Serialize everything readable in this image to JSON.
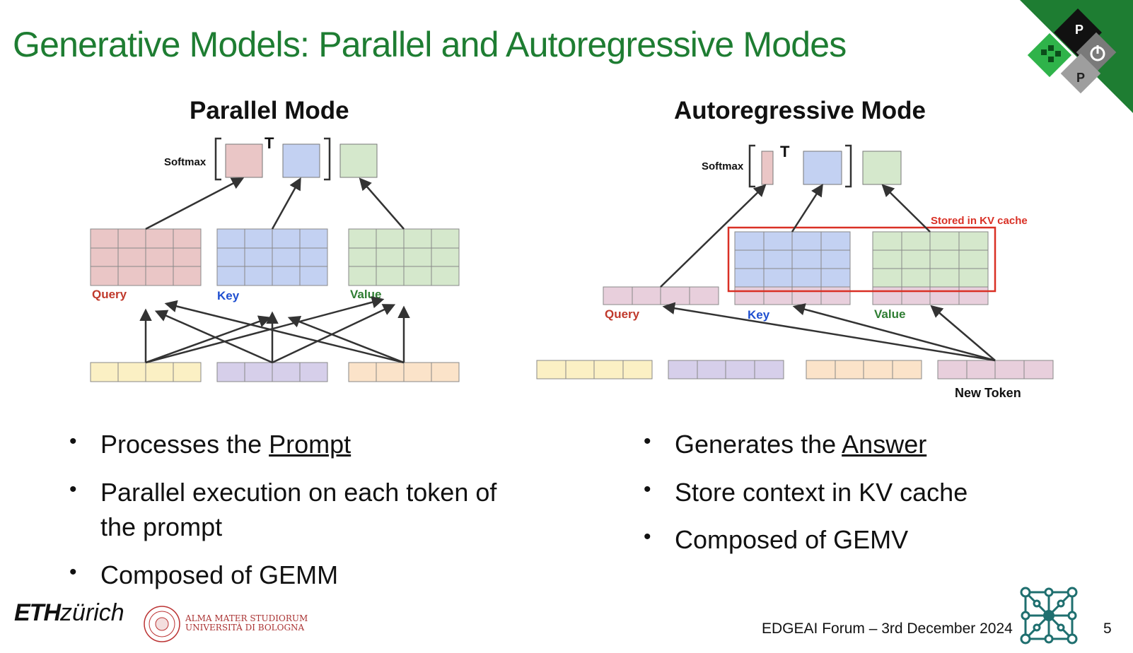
{
  "slide": {
    "title": "Generative Models: Parallel  and Autoregressive Modes",
    "parallel": {
      "title": "Parallel Mode",
      "softmax": "Softmax",
      "transpose": "T",
      "query": "Query",
      "key": "Key",
      "value": "Value"
    },
    "autoregressive": {
      "title": "Autoregressive Mode",
      "softmax": "Softmax",
      "transpose": "T",
      "cache_label": "Stored in KV cache",
      "query": "Query",
      "key": "Key",
      "value": "Value",
      "new_token": "New Token"
    },
    "left_bullets": {
      "b1_pre": "Processes the ",
      "b1_u": "Prompt",
      "b2": "Parallel execution on each  token of the prompt",
      "b3": "Composed of GEMM"
    },
    "right_bullets": {
      "b1_pre": "Generates the ",
      "b1_u": "Answer",
      "b2": "Store context in KV cache",
      "b3": "Composed of GEMV"
    },
    "footer": {
      "eth_bold": "ETH",
      "eth_italic": "zürich",
      "unibo_line1": "ALMA MATER STUDIORUM",
      "unibo_line2": "UNIVERSITÀ DI BOLOGNA",
      "event": "EDGEAI Forum – 3rd December 2024",
      "page": "5"
    },
    "corner_logo_letters": [
      "P",
      "P"
    ],
    "colors": {
      "title_green": "#1e7d32",
      "query_fill": "#eac6c6",
      "key_fill": "#c3d1f2",
      "value_fill": "#d5e8cc",
      "token_yellow": "#fbf0c4",
      "token_purple": "#d6cfea",
      "token_orange": "#fbe3c9",
      "token_pink": "#e8cfdc",
      "cache_red": "#d93025",
      "query_text": "#c0392b",
      "key_text": "#1f4fd0",
      "value_text": "#2e7d32"
    }
  }
}
